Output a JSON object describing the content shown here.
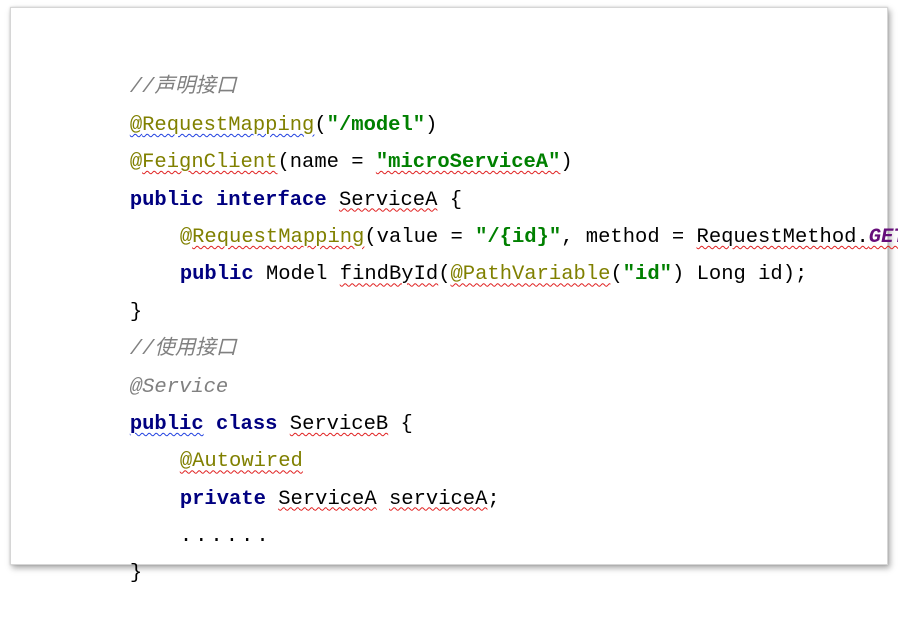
{
  "code": {
    "l1": {
      "comment": "//声明接口"
    },
    "l2": {
      "at": "@",
      "annotation": "RequestMapping",
      "open": "(",
      "string": "\"/model\"",
      "close": ")"
    },
    "l3": {
      "at": "@",
      "annotation": "FeignClient",
      "open": "(name = ",
      "string": "\"microServiceA\"",
      "close": ")"
    },
    "l4": {
      "kw1": "public",
      "kw2": "interface",
      "type": "ServiceA",
      "brace": "{"
    },
    "l5": {
      "at": "@",
      "annotation": "RequestMapping",
      "open": "(value = ",
      "string": "\"/{id}\"",
      "mid": ", method = ",
      "enum_class": "RequestMethod.",
      "enum_const": "GET",
      "close": ")"
    },
    "l6": {
      "kw": "public",
      "ret": "Model",
      "method": "findById",
      "open": "(",
      "param_annotation": "@PathVariable",
      "p_open": "(",
      "string": "\"id\"",
      "p_close": ")",
      "rest": "Long id);"
    },
    "l7": {
      "brace": "}"
    },
    "l8": {
      "comment": "//使用接口"
    },
    "l9": {
      "annotation": "@Service"
    },
    "l10": {
      "kw1": "public",
      "kw2": "class",
      "type": "ServiceB",
      "brace": "{"
    },
    "l11": {
      "annotation": "@Autowired"
    },
    "l12": {
      "kw": "private",
      "type": "ServiceA",
      "field": "serviceA",
      "semi": ";"
    },
    "l13": {
      "ellipsis": "......"
    },
    "l14": {
      "brace": "}"
    }
  },
  "colors": {
    "comment": "#808080",
    "annotation": "#808000",
    "keyword": "#000080",
    "string": "#008000",
    "enum_constant": "#660e7a",
    "spell_underline": "#e02020",
    "grammar_underline": "#2040e0"
  }
}
